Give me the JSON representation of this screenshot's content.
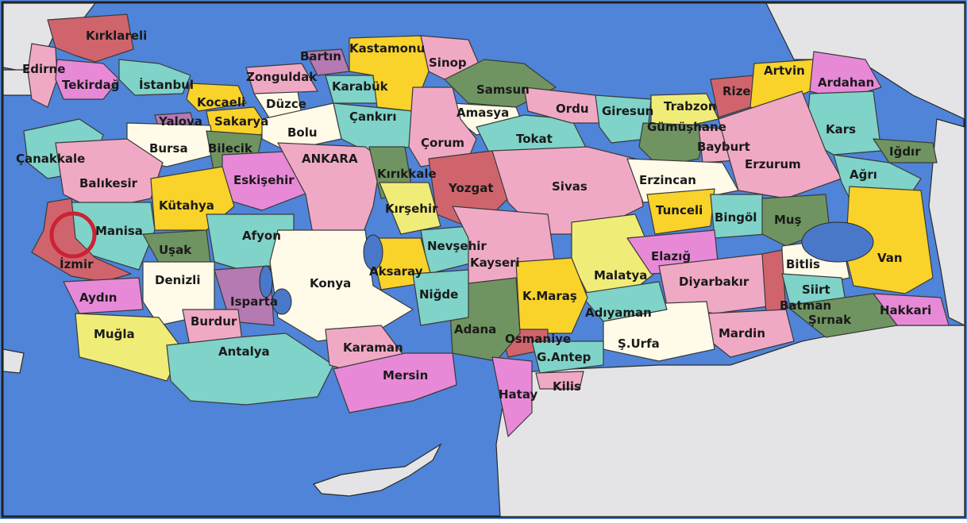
{
  "map": {
    "colors": {
      "sea": "#4f84d8",
      "neighbor_land": "#e4e4e6",
      "pink": "#f0a9c4",
      "red": "#d0646d",
      "magenta": "#e889d8",
      "yellow": "#f9d22a",
      "green": "#6f9461",
      "teal": "#7fd3c8",
      "white": "#fffbe8",
      "lightyellow": "#f0ec78",
      "purple": "#b57ab2",
      "marker": "#cc2233"
    },
    "marker": {
      "label": "highlighted-location",
      "province": "İzmir"
    },
    "labels": {
      "kirklareli": "Kırklareli",
      "edirne": "Edirne",
      "tekirdag": "Tekirdağ",
      "istanbul": "İstanbul",
      "kocaeli": "Kocaeli",
      "yalova": "Yalova",
      "sakarya": "Sakarya",
      "duzce": "Düzce",
      "bolu": "Bolu",
      "zonguldak": "Zonguldak",
      "bartin": "Bartın",
      "karabuk": "Karabük",
      "kastamonu": "Kastamonu",
      "sinop": "Sinop",
      "samsun": "Samsun",
      "amasya": "Amasya",
      "cankiri": "Çankırı",
      "corum": "Çorum",
      "tokat": "Tokat",
      "ordu": "Ordu",
      "giresun": "Giresun",
      "trabzon": "Trabzon",
      "rize": "Rize",
      "artvin": "Artvin",
      "ardahan": "Ardahan",
      "gumushane": "Gümüşhane",
      "bayburt": "Bayburt",
      "kars": "Kars",
      "igdir": "Iğdır",
      "erzurum": "Erzurum",
      "agri": "Ağrı",
      "canakkale": "Çanakkale",
      "bursa": "Bursa",
      "bilecik": "Bilecik",
      "balikesir": "Balıkesir",
      "eskisehir": "Eskişehir",
      "ankara": "ANKARA",
      "kirikkale": "Kırıkkale",
      "yozgat": "Yozgat",
      "sivas": "Sivas",
      "erzincan": "Erzincan",
      "tunceli": "Tunceli",
      "bingol": "Bingöl",
      "mus": "Muş",
      "van": "Van",
      "bitlis": "Bitlis",
      "kutahya": "Kütahya",
      "kirsehir": "Kırşehir",
      "manisa": "Manisa",
      "afyon": "Afyon",
      "usak": "Uşak",
      "izmir": "İzmir",
      "nevsehir": "Nevşehir",
      "kayseri": "Kayseri",
      "aksaray": "Aksaray",
      "malatya": "Malatya",
      "elazig": "Elazığ",
      "diyarbakir": "Diyarbakır",
      "siirt": "Siirt",
      "batman": "Batman",
      "hakkari": "Hakkari",
      "sirnak": "Şırnak",
      "mardin": "Mardin",
      "surfa": "Ş.Urfa",
      "adiyaman": "Adıyaman",
      "kmaras": "K.Maraş",
      "osmaniye": "Osmaniye",
      "adana": "Adana",
      "niğde": "Niğde",
      "konya": "Konya",
      "aydin": "Aydın",
      "denizli": "Denizli",
      "isparta": "Isparta",
      "burdur": "Burdur",
      "mugla": "Muğla",
      "antalya": "Antalya",
      "karaman": "Karaman",
      "mersin": "Mersin",
      "gantep": "G.Antep",
      "hatay": "Hatay",
      "kilis": "Kilis"
    }
  }
}
